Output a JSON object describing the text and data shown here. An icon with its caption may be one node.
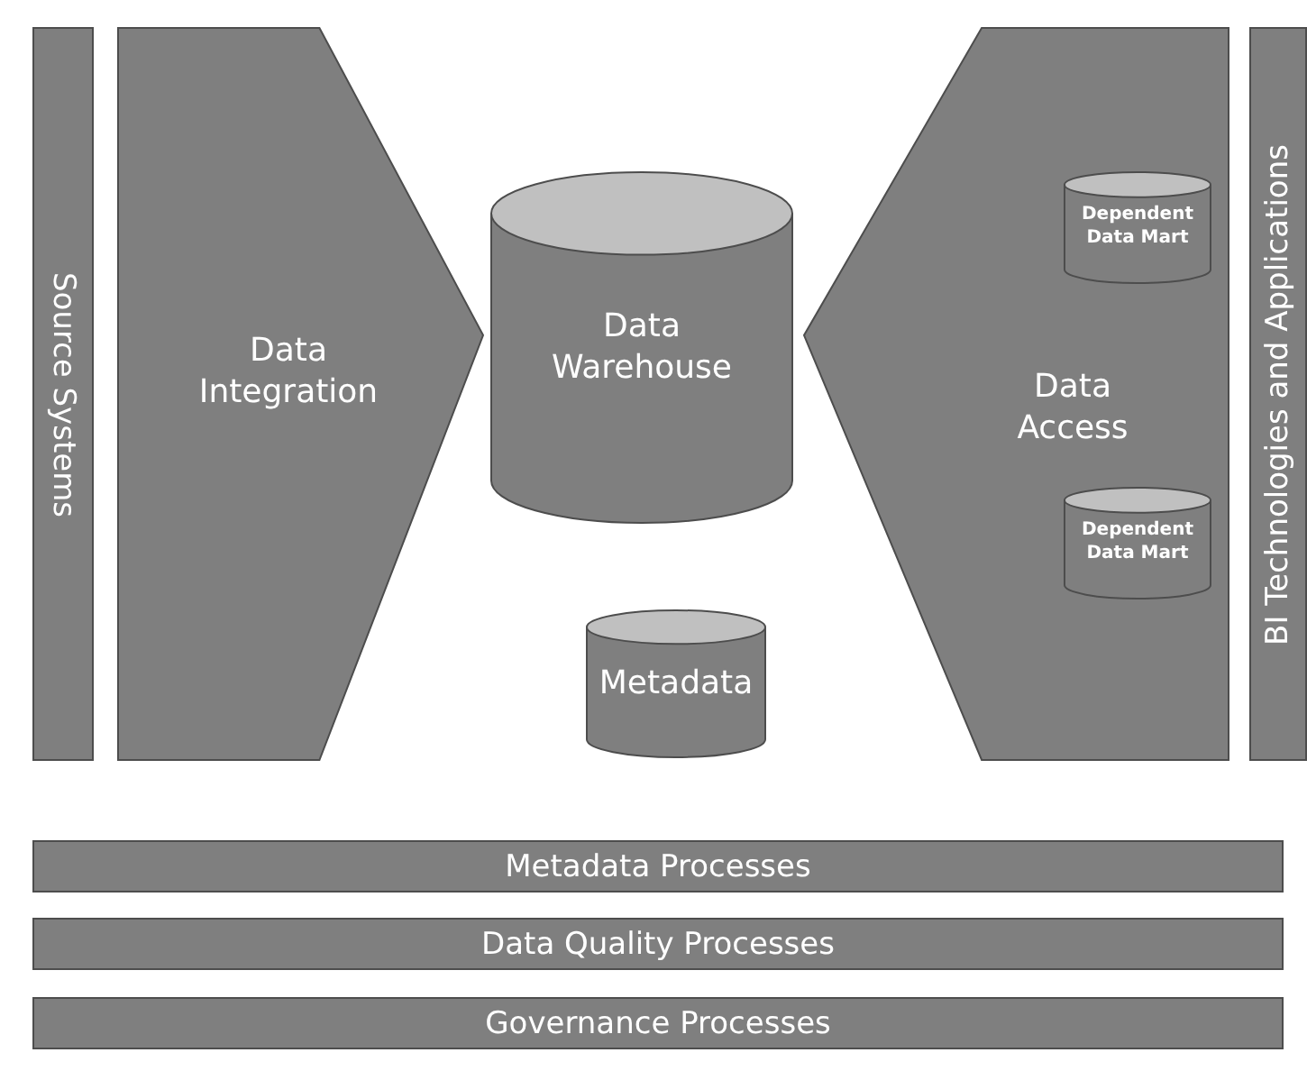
{
  "diagram": {
    "nodes": [
      {
        "text": [
          "Source Systems"
        ]
      },
      {
        "text": [
          "Data Integration"
        ]
      },
      {
        "text": [
          "Data Warehouse"
        ]
      },
      {
        "text": [
          "Metadata"
        ]
      },
      {
        "text": [
          "Data Access"
        ]
      },
      {
        "text": [
          "Dependent Data Mart"
        ],
        "in": 4
      },
      {
        "text": [
          "Dependent Data Mart"
        ],
        "in": 4
      },
      {
        "text": [
          "BI Technologies and Applications"
        ]
      },
      {
        "text": [
          "Metadata Processes"
        ]
      },
      {
        "text": [
          "Data Quality Processes"
        ]
      },
      {
        "text": [
          "Governance Processes"
        ]
      }
    ]
  }
}
